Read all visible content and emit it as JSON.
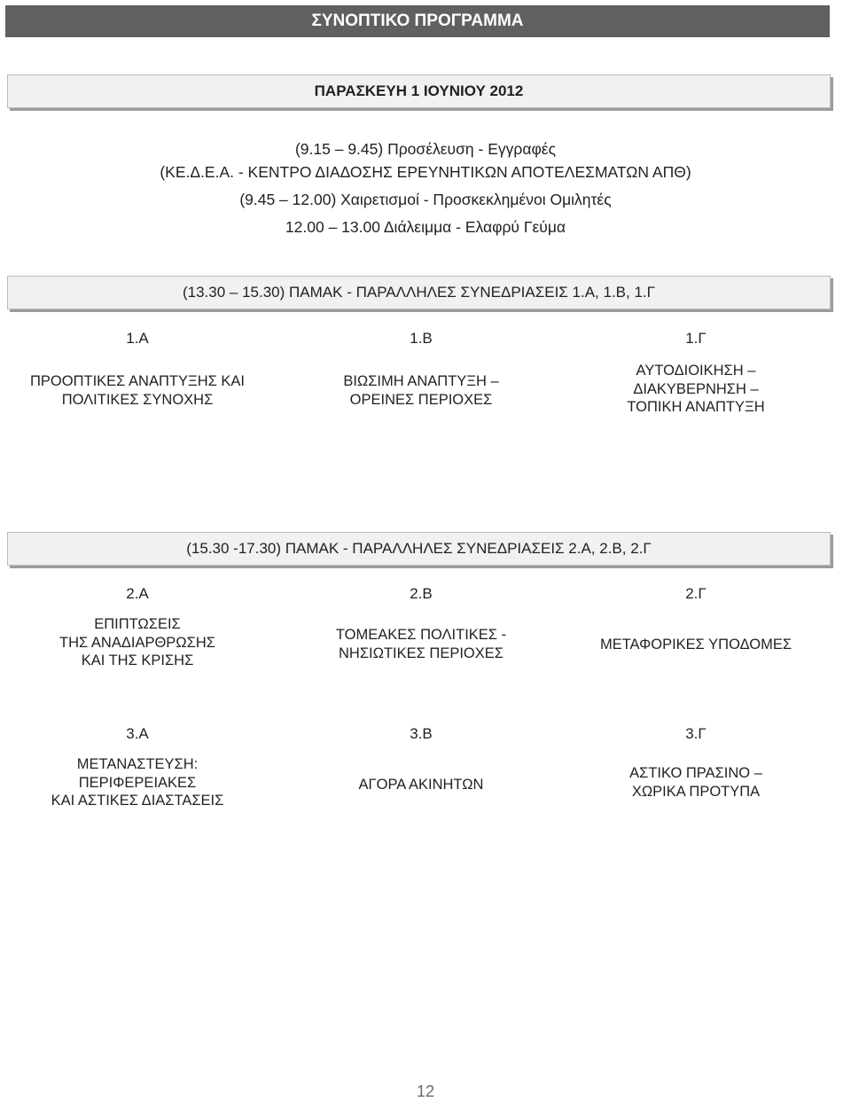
{
  "banner": "ΣΥΝΟΠΤΙΚΟ ΠΡΟΓΡΑΜΜΑ",
  "day": "ΠΑΡΑΣΚΕΥΗ 1 ΙΟΥΝΙΟΥ 2012",
  "opening": [
    "(9.15 – 9.45) Προσέλευση - Εγγραφές",
    "(ΚΕ.Δ.Ε.Α. - ΚΕΝΤΡΟ ΔΙΑΔΟΣΗΣ ΕΡΕΥΝΗΤΙΚΩΝ ΑΠΟΤΕΛΕΣΜΑΤΩΝ ΑΠΘ)",
    "(9.45 – 12.00) Χαιρετισμοί - Προσκεκλημένοι Ομιλητές",
    "12.00 – 13.00 Διάλειμμα - Ελαφρύ Γεύμα"
  ],
  "block1": {
    "header": "(13.30 – 15.30) ΠΑΜΑΚ - ΠΑΡΑΛΛΗΛΕΣ ΣΥΝΕΔΡΙΑΣΕΙΣ 1.Α, 1.Β, 1.Γ",
    "sessions": [
      {
        "code": "1.Α",
        "lines": [
          "ΠΡΟΟΠΤΙΚΕΣ ΑΝΑΠΤΥΞΗΣ ΚΑΙ",
          "ΠΟΛΙΤΙΚΕΣ ΣΥΝΟΧΗΣ"
        ]
      },
      {
        "code": "1.Β",
        "lines": [
          "ΒΙΩΣΙΜΗ ΑΝΑΠΤΥΞΗ –",
          "ΟΡΕΙΝΕΣ ΠΕΡΙΟΧΕΣ"
        ]
      },
      {
        "code": "1.Γ",
        "lines": [
          "ΑΥΤΟΔΙΟΙΚΗΣΗ –",
          "ΔΙΑΚΥΒΕΡΝΗΣΗ –",
          "ΤΟΠΙΚΗ ΑΝΑΠΤΥΞΗ"
        ]
      }
    ]
  },
  "block2": {
    "header": "(15.30 -17.30) ΠΑΜΑΚ - ΠΑΡΑΛΛΗΛΕΣ ΣΥΝΕΔΡΙΑΣΕΙΣ 2.Α, 2.Β, 2.Γ",
    "sessions": [
      {
        "code": "2.Α",
        "lines": [
          "ΕΠΙΠΤΩΣΕΙΣ",
          "ΤΗΣ ΑΝΑΔΙΑΡΘΡΩΣΗΣ",
          "ΚΑΙ ΤΗΣ ΚΡΙΣΗΣ"
        ]
      },
      {
        "code": "2.Β",
        "lines": [
          "ΤΟΜΕΑΚΕΣ ΠΟΛΙΤΙΚΕΣ -",
          "ΝΗΣΙΩΤΙΚΕΣ ΠΕΡΙΟΧΕΣ"
        ]
      },
      {
        "code": "2.Γ",
        "lines": [
          "ΜΕΤΑΦΟΡΙΚΕΣ ΥΠΟΔΟΜΕΣ"
        ]
      }
    ]
  },
  "block3": {
    "sessions": [
      {
        "code": "3.Α",
        "lines": [
          "ΜΕΤΑΝΑΣΤΕΥΣΗ:",
          "ΠΕΡΙΦΕΡΕΙΑΚΕΣ",
          "ΚΑΙ ΑΣΤΙΚΕΣ ΔΙΑΣΤΑΣΕΙΣ"
        ]
      },
      {
        "code": "3.Β",
        "lines": [
          "ΑΓΟΡΑ ΑΚΙΝΗΤΩΝ"
        ]
      },
      {
        "code": "3.Γ",
        "lines": [
          "ΑΣΤΙΚΟ ΠΡΑΣΙΝΟ –",
          "ΧΩΡΙΚΑ ΠΡΟΤΥΠΑ"
        ]
      }
    ]
  },
  "page_number": "12"
}
